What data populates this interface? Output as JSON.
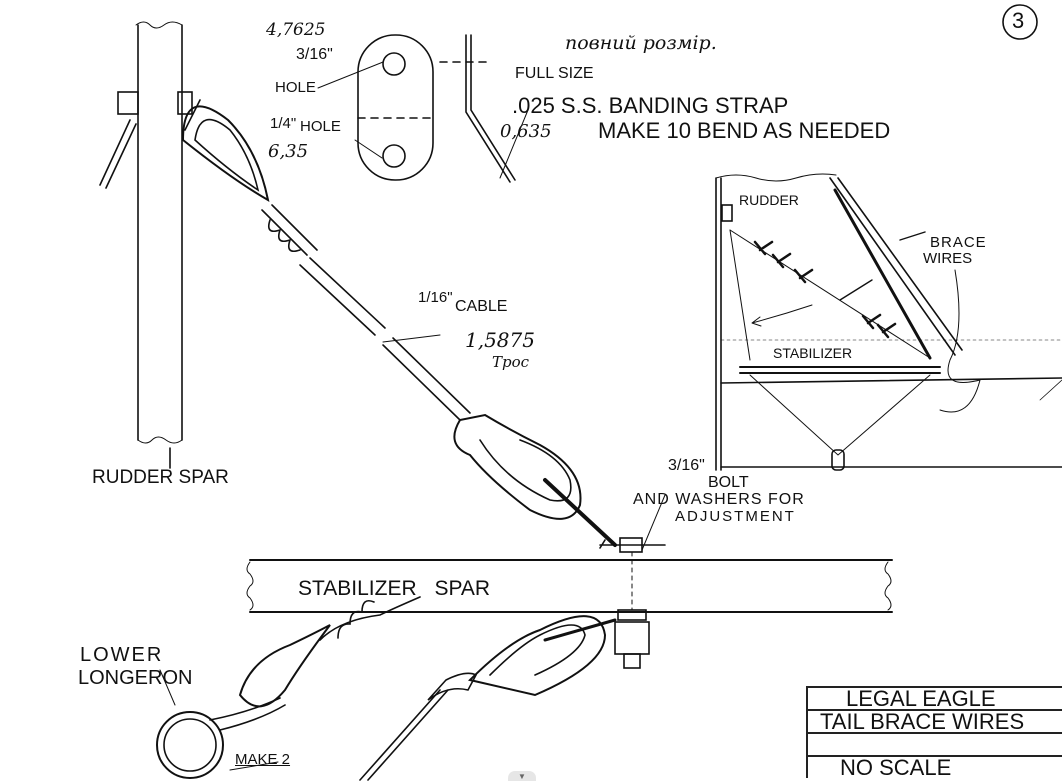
{
  "sheet_number": "3",
  "strap_detail": {
    "hole_top_mm": "4,7625",
    "hole_top_size": "3/16\"",
    "hole_top_label": "HOLE",
    "hole_bottom_size": "1/4\"",
    "hole_bottom_label": "HOLE",
    "hole_bottom_mm": "6,35",
    "full_size_handwritten": "повний розмір.",
    "full_size_label": "FULL SIZE",
    "strap_spec": ".025 S.S. BANDING STRAP",
    "strap_thickness_mm": "0,635",
    "strap_instruction": "MAKE 10 BEND AS NEEDED"
  },
  "cable": {
    "size": "1/16\"",
    "label": "CABLE",
    "size_mm": "1,5875",
    "handwritten_label": "Трос"
  },
  "bolt": {
    "size": "3/16\"",
    "line1": "BOLT",
    "line2": "AND WASHERS FOR",
    "line3": "ADJUSTMENT"
  },
  "labels": {
    "rudder_spar": "RUDDER SPAR",
    "stabilizer_spar": "STABILIZER SPAR",
    "lower_longeron_1": "LOWER",
    "lower_longeron_2": "LONGERON",
    "make_2": "MAKE 2"
  },
  "inset": {
    "rudder": "RUDDER",
    "brace_wires_1": "BRACE",
    "brace_wires_2": "WIRES",
    "stabilizer": "STABILIZER"
  },
  "title_block": {
    "line1": "LEGAL  EAGLE",
    "line2": "TAIL BRACE WIRES",
    "line3": "",
    "line4": "NO  SCALE"
  },
  "scroll_button_icon": "chevron-down-icon"
}
